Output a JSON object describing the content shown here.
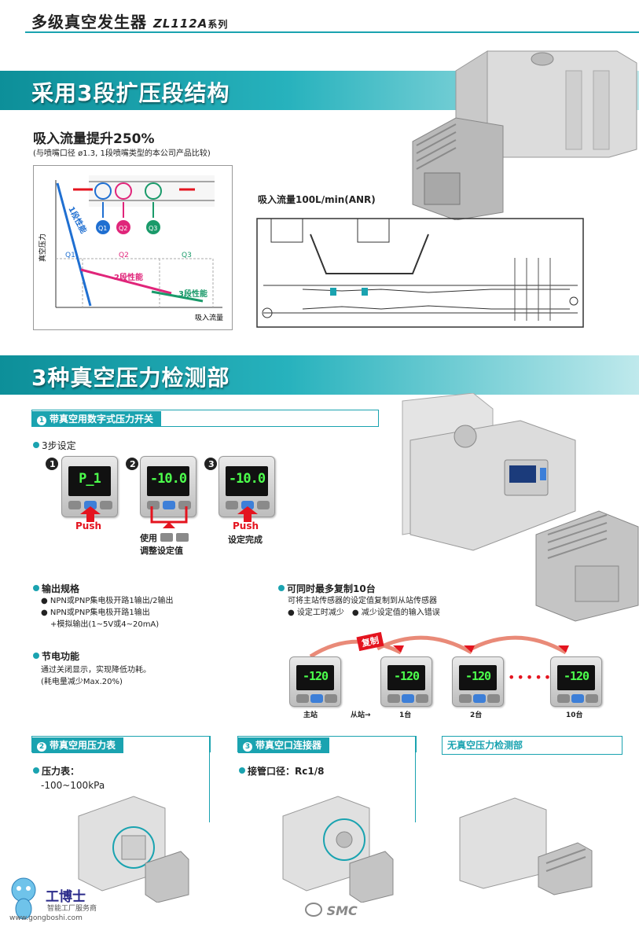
{
  "header": {
    "title": "多级真空发生器",
    "model": "ZL112A",
    "series": "系列"
  },
  "banner1": {
    "title": "采用3段扩压段结构"
  },
  "flow": {
    "heading": "吸入流量提升250%",
    "note": "(与喷嘴口径 ø1.3, 1段喷嘴类型的本公司产品比较)",
    "chart": {
      "y_label": "真空压力",
      "x_label": "吸入流量",
      "q1": "Q1",
      "q2": "Q2",
      "q3": "Q3",
      "stage1": "1段性能",
      "stage2": "2段性能",
      "stage3": "3段性能"
    },
    "cross_section_caption": "吸入流量100L/min(ANR)"
  },
  "banner2": {
    "title": "3种真空压力检测部"
  },
  "digital": {
    "bar_label": "带真空用数字式压力开关",
    "steps_heading": "3步设定",
    "displays": [
      "P_1",
      "-10.0",
      "-10.0"
    ],
    "push1": "Push",
    "adjust1": "使用",
    "adjust2": "调整设定值",
    "push3": "Push",
    "done": "设定完成",
    "output_heading": "输出规格",
    "output_lines": [
      "● NPN或PNP集电极开路1输出/2输出",
      "● NPN或PNP集电极开路1输出",
      "+模拟输出(1~5V或4~20mA)"
    ],
    "power_heading": "节电功能",
    "power_lines": [
      "通过关闭显示，实现降低功耗。",
      "(耗电量减少Max.20%)"
    ],
    "copy_heading": "可同时最多复制10台",
    "copy_lines": [
      "可将主站传感器的设定值复制到从站传感器",
      "● 设定工时减少　● 减少设定值的输入错误"
    ],
    "copy_tag": "复制",
    "copy_displays": [
      "-120",
      "-120",
      "-120",
      "-120"
    ],
    "copy_labels": [
      "主站",
      "从站→",
      "1台",
      "2台",
      "10台"
    ],
    "dots": "••••••"
  },
  "gauge": {
    "bar_label": "带真空用压力表",
    "line1": "压力表：",
    "line2": "-100~100kPa"
  },
  "connector": {
    "bar_label": "带真空口连接器",
    "line1": "接管口径：Rc1/8"
  },
  "none": {
    "bar_label": "无真空压力检测部"
  },
  "footer": {
    "brand": "工博士",
    "brand_sub": "智能工厂服务商",
    "url": "www.gongboshi.com",
    "smc": "SMC"
  },
  "colors": {
    "teal": "#1aa3b0",
    "red": "#e4141f",
    "magenta": "#e0257a",
    "green": "#1a9a6a",
    "blue": "#1f6fd1"
  }
}
